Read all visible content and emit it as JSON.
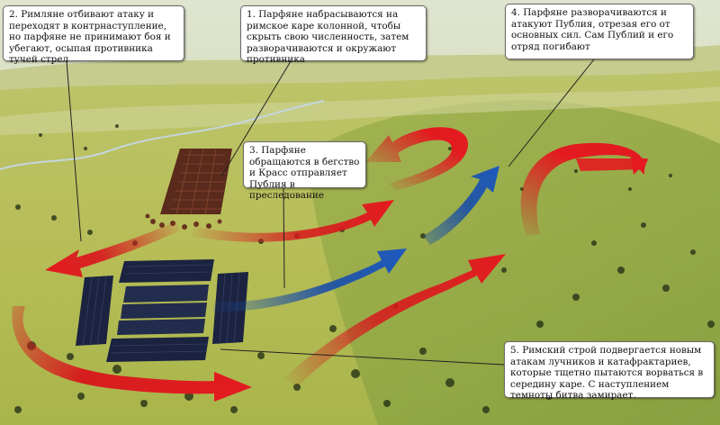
{
  "callouts": {
    "c1": "1. Парфяне набрасываются на римское каре колонной, чтобы скрыть свою численность, затем разворачиваются и окружают противника",
    "c2": "2. Римляне отбивают атаку и переходят в контрнаступление, но парфяне не принимают боя и убегают, осыпая противника тучей стрел",
    "c3": "3. Парфяне обращаются в бегство и Красс отправляет Публия в преследование",
    "c4": "4. Парфяне разворачиваются и атакуют Публия, отрезая его от основных сил. Сам Публий и его отряд погибают",
    "c5": "5. Римский строй подвергается новым атакам лучников и катафрактариев, которые тщетно пытаются ворваться в середину каре. С наступлением темноты битва замирает."
  },
  "colors": {
    "parthian_arrow": "#d8161c",
    "roman_arrow": "#1a4fa8",
    "roman_troops": "#1b2340",
    "parthian_troops": "#5a2a1c",
    "grass": "#a8b84f",
    "hill": "#8fa545",
    "sky": "#e8ecd9"
  }
}
